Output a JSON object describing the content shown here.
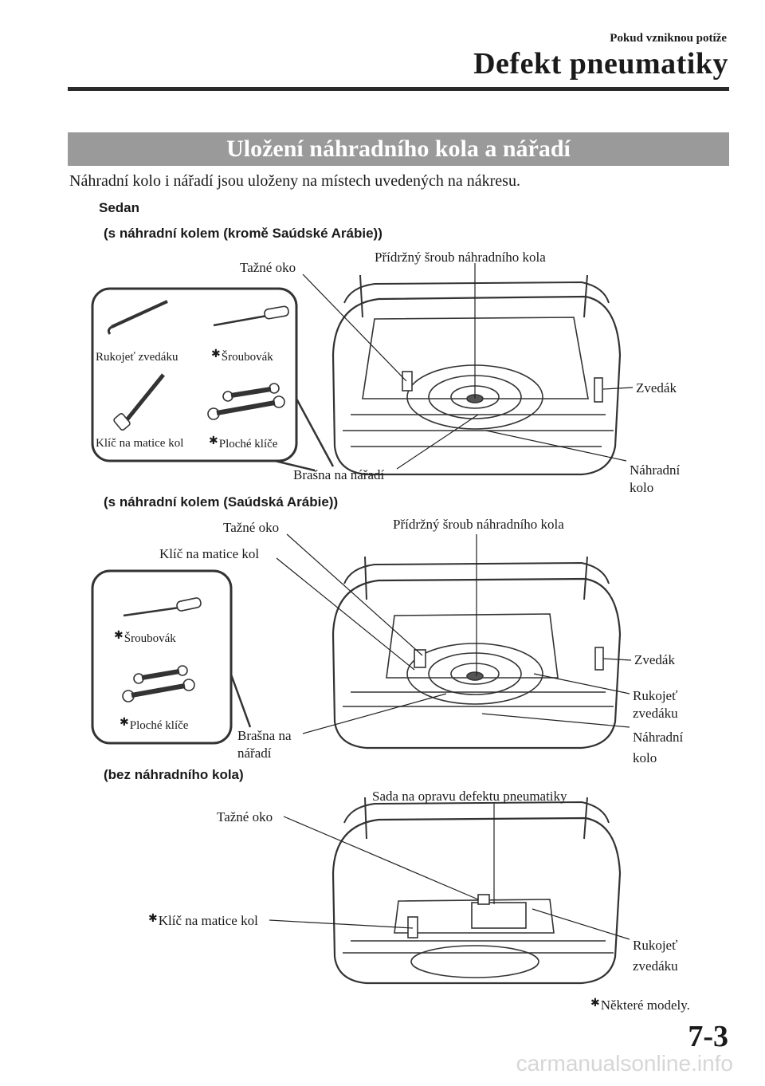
{
  "header": {
    "section": "Pokud vzniknou potíže",
    "chapter": "Defekt pneumatiky",
    "page_number": "7-3"
  },
  "banner": {
    "title": "Uložení náhradního kola a nářadí"
  },
  "intro": "Náhradní kolo i nářadí jsou uloženy na místech uvedených na nákresu.",
  "sedan_label": "Sedan",
  "figure1": {
    "subtitle": "(s náhradní kolem (kromě Saúdské Arábie))",
    "tow_eye": "Tažné oko",
    "retaining_bolt": "Přídržný šroub náhradního kola",
    "jack": "Zvedák",
    "tool_bag": "Brašna na nářadí",
    "spare_tire_1": "Náhradní",
    "spare_tire_2": "kolo",
    "jack_handle": "Rukojeť zvedáku",
    "screwdriver": "Šroubovák",
    "lug_wrench": "Klíč na matice kol",
    "flat_wrenches": "Ploché klíče"
  },
  "figure2": {
    "subtitle": "(s náhradní kolem (Saúdská Arábie))",
    "tow_eye": "Tažné oko",
    "lug_wrench": "Klíč na matice kol",
    "retaining_bolt": "Přídržný šroub náhradního kola",
    "jack": "Zvedák",
    "jack_handle_1": "Rukojeť",
    "jack_handle_2": "zvedáku",
    "tool_bag_1": "Brašna na",
    "tool_bag_2": "nářadí",
    "spare_tire_1": "Náhradní",
    "spare_tire_2": "kolo",
    "screwdriver": "Šroubovák",
    "flat_wrenches": "Ploché klíče"
  },
  "figure3": {
    "subtitle": "(bez náhradního kola)",
    "repair_kit": "Sada na opravu defektu pneumatiky",
    "tow_eye": "Tažné oko",
    "lug_wrench": "Klíč na matice kol",
    "jack_handle_1": "Rukojeť",
    "jack_handle_2": "zvedáku"
  },
  "footnote": "Některé modely.",
  "star_symbol": "✱",
  "watermark": "carmanualsonline.info"
}
